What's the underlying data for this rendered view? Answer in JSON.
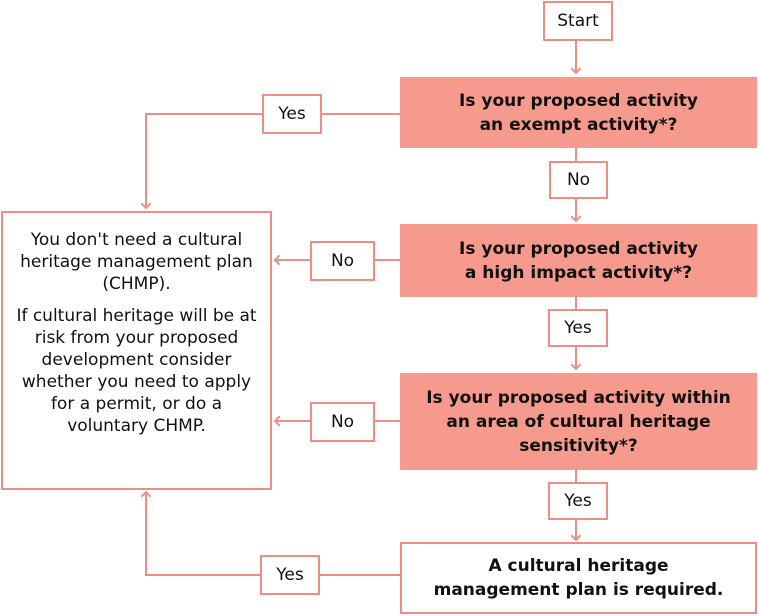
{
  "colors": {
    "fill": "#f59a8c",
    "stroke": "#ec8f82",
    "text": "#111111"
  },
  "nodes": {
    "start": "Start",
    "q1": {
      "line1": "Is your proposed activity",
      "line2": "an exempt activity*?"
    },
    "q2": {
      "line1": "Is your proposed activity",
      "line2": "a high impact activity*?"
    },
    "q3": {
      "line1": "Is your proposed activity within",
      "line2": "an area of cultural heritage",
      "line3": "sensitivity*?"
    },
    "result": {
      "line1": "A cultural heritage",
      "line2": "management plan is required."
    },
    "no_chmp": {
      "para1": "You don't need a cultural heritage management plan (CHMP).",
      "para2": "If cultural heritage will be at risk from your proposed development consider whether you need to apply for a permit, or do a voluntary CHMP."
    }
  },
  "edge_labels": {
    "q1_yes": "Yes",
    "q1_no": "No",
    "q2_no": "No",
    "q2_yes": "Yes",
    "q3_no": "No",
    "q3_yes": "Yes",
    "result_yes": "Yes"
  }
}
